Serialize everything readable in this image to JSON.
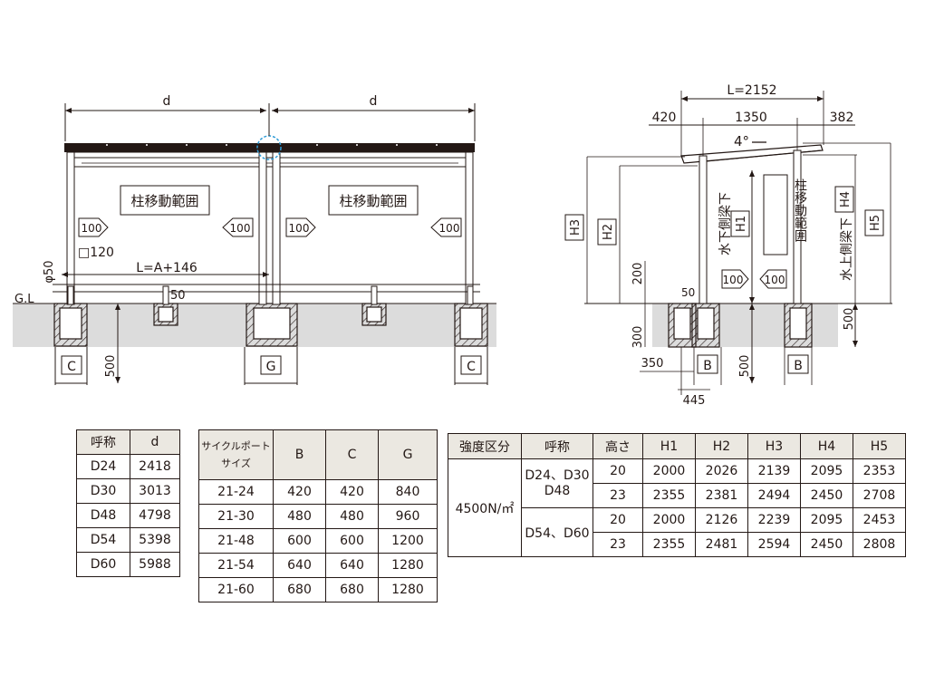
{
  "front_view": {
    "dim_d_left": "d",
    "dim_d_right": "d",
    "range_label_left": "柱移動範囲",
    "range_label_right": "柱移動範囲",
    "arrow_100_1": "100",
    "arrow_100_2": "100",
    "arrow_100_3": "100",
    "arrow_100_4": "100",
    "post_size": "□120",
    "pipe_dia": "φ50",
    "dim_L": "L=A+146",
    "ground_label": "G.L",
    "anchor_50": "50",
    "depth_500": "500",
    "box_C_left": "C",
    "box_G": "G",
    "box_C_right": "C"
  },
  "side_view": {
    "dim_L": "L=2152",
    "dim_420": "420",
    "dim_1350": "1350",
    "dim_382": "382",
    "slope": "4°",
    "H3": "H3",
    "H2": "H2",
    "H1": "H1",
    "H4": "H4",
    "H5": "H5",
    "dim_200": "200",
    "dim_50": "50",
    "dim_300": "300",
    "dim_350": "350",
    "dim_445": "445",
    "dim_500_mid": "500",
    "dim_500_right": "500",
    "box_B_left": "B",
    "box_B_right": "B",
    "label_low_side": "水下側梁下",
    "label_high_side": "水上側梁下",
    "range_vertical": "柱移動範囲",
    "arrow_100_a": "100",
    "arrow_100_b": "100"
  },
  "table_d": {
    "headers": [
      "呼称",
      "d"
    ],
    "rows": [
      [
        "D24",
        "2418"
      ],
      [
        "D30",
        "3013"
      ],
      [
        "D48",
        "4798"
      ],
      [
        "D54",
        "5398"
      ],
      [
        "D60",
        "5988"
      ]
    ]
  },
  "table_size": {
    "header_first_line1": "サイクルポート",
    "header_first_line2": "サイズ",
    "headers": [
      "B",
      "C",
      "G"
    ],
    "rows": [
      [
        "21-24",
        "420",
        "420",
        "840"
      ],
      [
        "21-30",
        "480",
        "480",
        "960"
      ],
      [
        "21-48",
        "600",
        "600",
        "1200"
      ],
      [
        "21-54",
        "640",
        "640",
        "1280"
      ],
      [
        "21-60",
        "680",
        "680",
        "1280"
      ]
    ]
  },
  "table_height": {
    "headers": [
      "強度区分",
      "呼称",
      "高さ",
      "H1",
      "H2",
      "H3",
      "H4",
      "H5"
    ],
    "strength": "4500N/㎡",
    "group1_line1": "D24、D30",
    "group1_line2": "D48",
    "group2": "D54、D60",
    "rows": [
      [
        "20",
        "2000",
        "2026",
        "2139",
        "2095",
        "2353"
      ],
      [
        "23",
        "2355",
        "2381",
        "2494",
        "2450",
        "2708"
      ],
      [
        "20",
        "2000",
        "2126",
        "2239",
        "2095",
        "2453"
      ],
      [
        "23",
        "2355",
        "2481",
        "2594",
        "2450",
        "2808"
      ]
    ]
  }
}
